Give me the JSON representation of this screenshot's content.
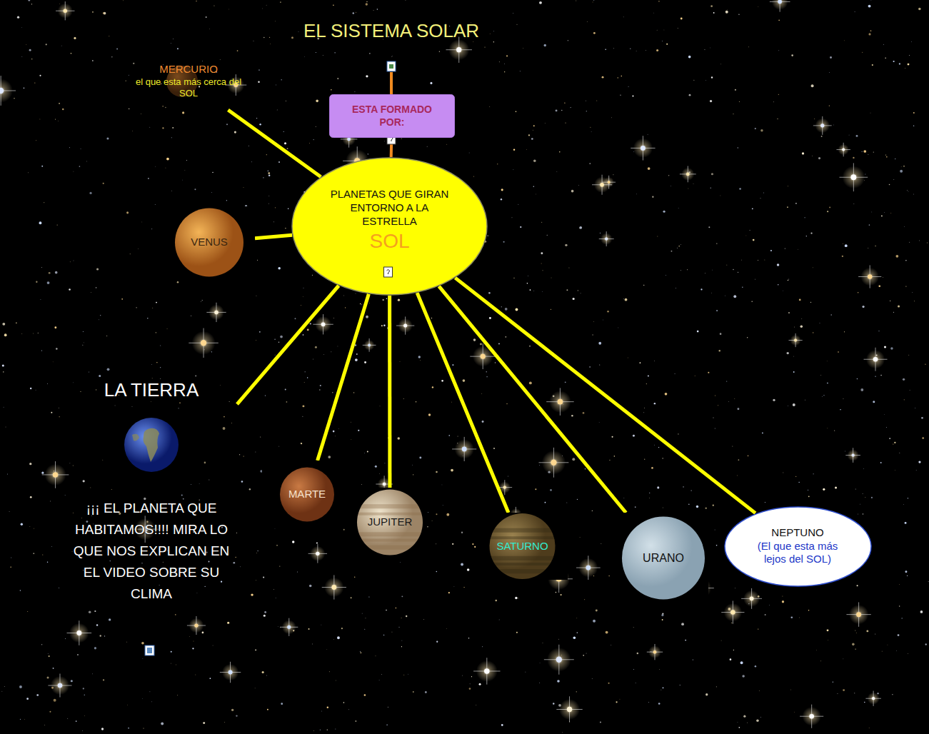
{
  "diagram": {
    "title": "EL SISTEMA SOLAR",
    "nodes": [
      {
        "text": [
          "MERCURIO",
          "el que esta más cerca del SOL"
        ]
      },
      {
        "text": [
          "ESTA FORMADO POR:"
        ]
      },
      {
        "text": [
          "PLANETAS QUE GIRAN ENTORNO A LA ESTRELLA",
          "SOL"
        ]
      },
      {
        "text": [
          "VENUS"
        ]
      },
      {
        "text": [
          "LA TIERRA",
          "¡¡¡ EL PLANETA QUE HABITAMOS!!!! MIRA LO QUE NOS EXPLICAN EN EL VIDEO SOBRE SU CLIMA"
        ]
      },
      {
        "text": [
          "MARTE"
        ]
      },
      {
        "text": [
          "JUPITER"
        ]
      },
      {
        "text": [
          "SATURNO"
        ]
      },
      {
        "text": [
          "URANO"
        ]
      },
      {
        "text": [
          "NEPTUNO",
          "(El que esta más lejos del SOL)"
        ]
      }
    ],
    "edges": [
      {
        "from": 1,
        "to": 2,
        "arrow": "none"
      },
      {
        "from": 2,
        "to": 0,
        "arrow": "none"
      },
      {
        "from": 2,
        "to": 3,
        "arrow": "none"
      },
      {
        "from": 2,
        "to": 4,
        "arrow": "none"
      },
      {
        "from": 2,
        "to": 5,
        "arrow": "none"
      },
      {
        "from": 2,
        "to": 6,
        "arrow": "none"
      },
      {
        "from": 2,
        "to": 7,
        "arrow": "none"
      },
      {
        "from": 2,
        "to": 8,
        "arrow": "none"
      },
      {
        "from": 2,
        "to": 9,
        "arrow": "none"
      }
    ]
  }
}
